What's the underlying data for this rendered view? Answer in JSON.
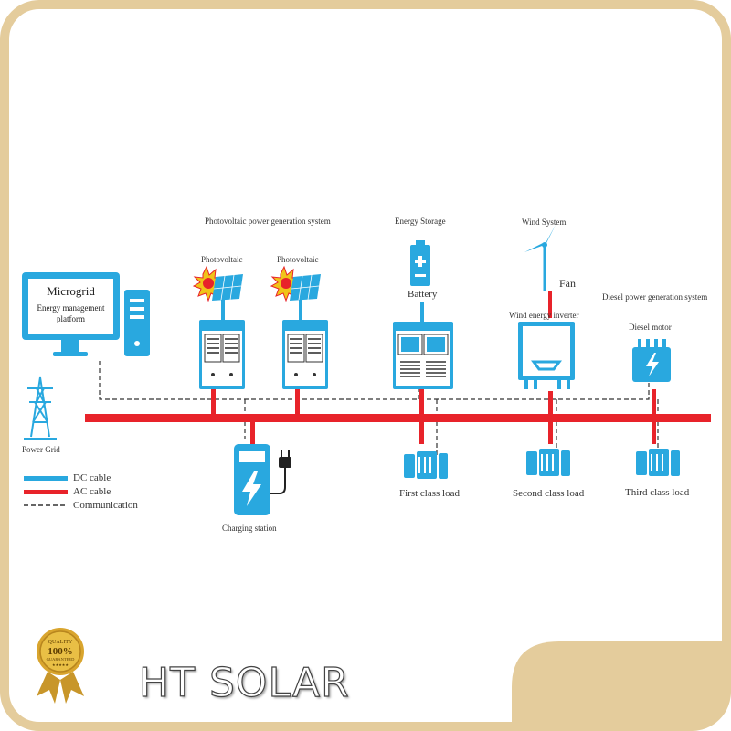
{
  "colors": {
    "frame": "#e4cc9c",
    "dc_cable": "#29a8df",
    "ac_cable": "#e8232a",
    "equipment": "#29a8df",
    "communication": "#333333"
  },
  "titles": {
    "pv_system": "Photovoltaic power generation system",
    "energy_storage": "Energy Storage",
    "wind_system": "Wind System",
    "diesel_system": "Diesel power generation system"
  },
  "microgrid": {
    "title": "Microgrid",
    "line1": "Energy management",
    "line2": "platform"
  },
  "labels": {
    "pv1": "Photovoltaic",
    "pv2": "Photovoltaic",
    "battery": "Battery",
    "fan": "Fan",
    "wind_inverter": "Wind energy inverter",
    "diesel_motor": "Diesel motor",
    "power_grid": "Power Grid",
    "charging_station": "Charging station",
    "first_load": "First class load",
    "second_load": "Second class load",
    "third_load": "Third class load"
  },
  "legend": [
    {
      "label": "DC cable",
      "style": "dc"
    },
    {
      "label": "AC cable",
      "style": "ac"
    },
    {
      "label": "Communication",
      "style": "comm"
    }
  ],
  "badge": {
    "line1": "QUALITY",
    "line2": "100%",
    "line3": "GUARANTEED",
    "stars": "★★★★★"
  },
  "brand": "HT SOLAR"
}
